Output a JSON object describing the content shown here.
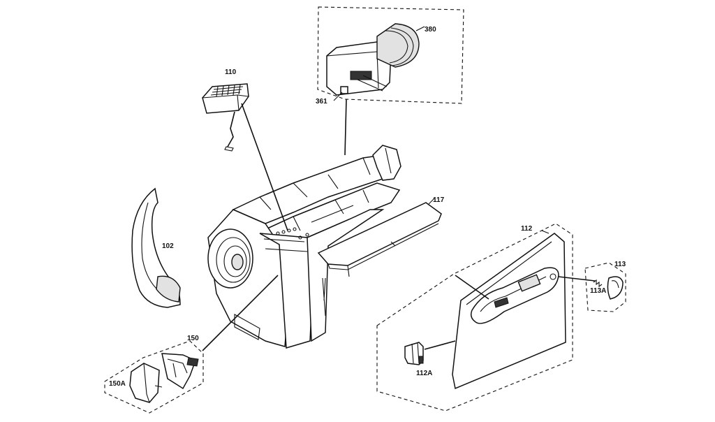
{
  "diagram": {
    "parts": [
      {
        "id": "380",
        "label": "380"
      },
      {
        "id": "361",
        "label": "361"
      },
      {
        "id": "110",
        "label": "110"
      },
      {
        "id": "117",
        "label": "117"
      },
      {
        "id": "112",
        "label": "112"
      },
      {
        "id": "113",
        "label": "113"
      },
      {
        "id": "113A",
        "label": "113A"
      },
      {
        "id": "102",
        "label": "102"
      },
      {
        "id": "150",
        "label": "150"
      },
      {
        "id": "150A",
        "label": "150A"
      },
      {
        "id": "112A",
        "label": "112A"
      }
    ]
  }
}
